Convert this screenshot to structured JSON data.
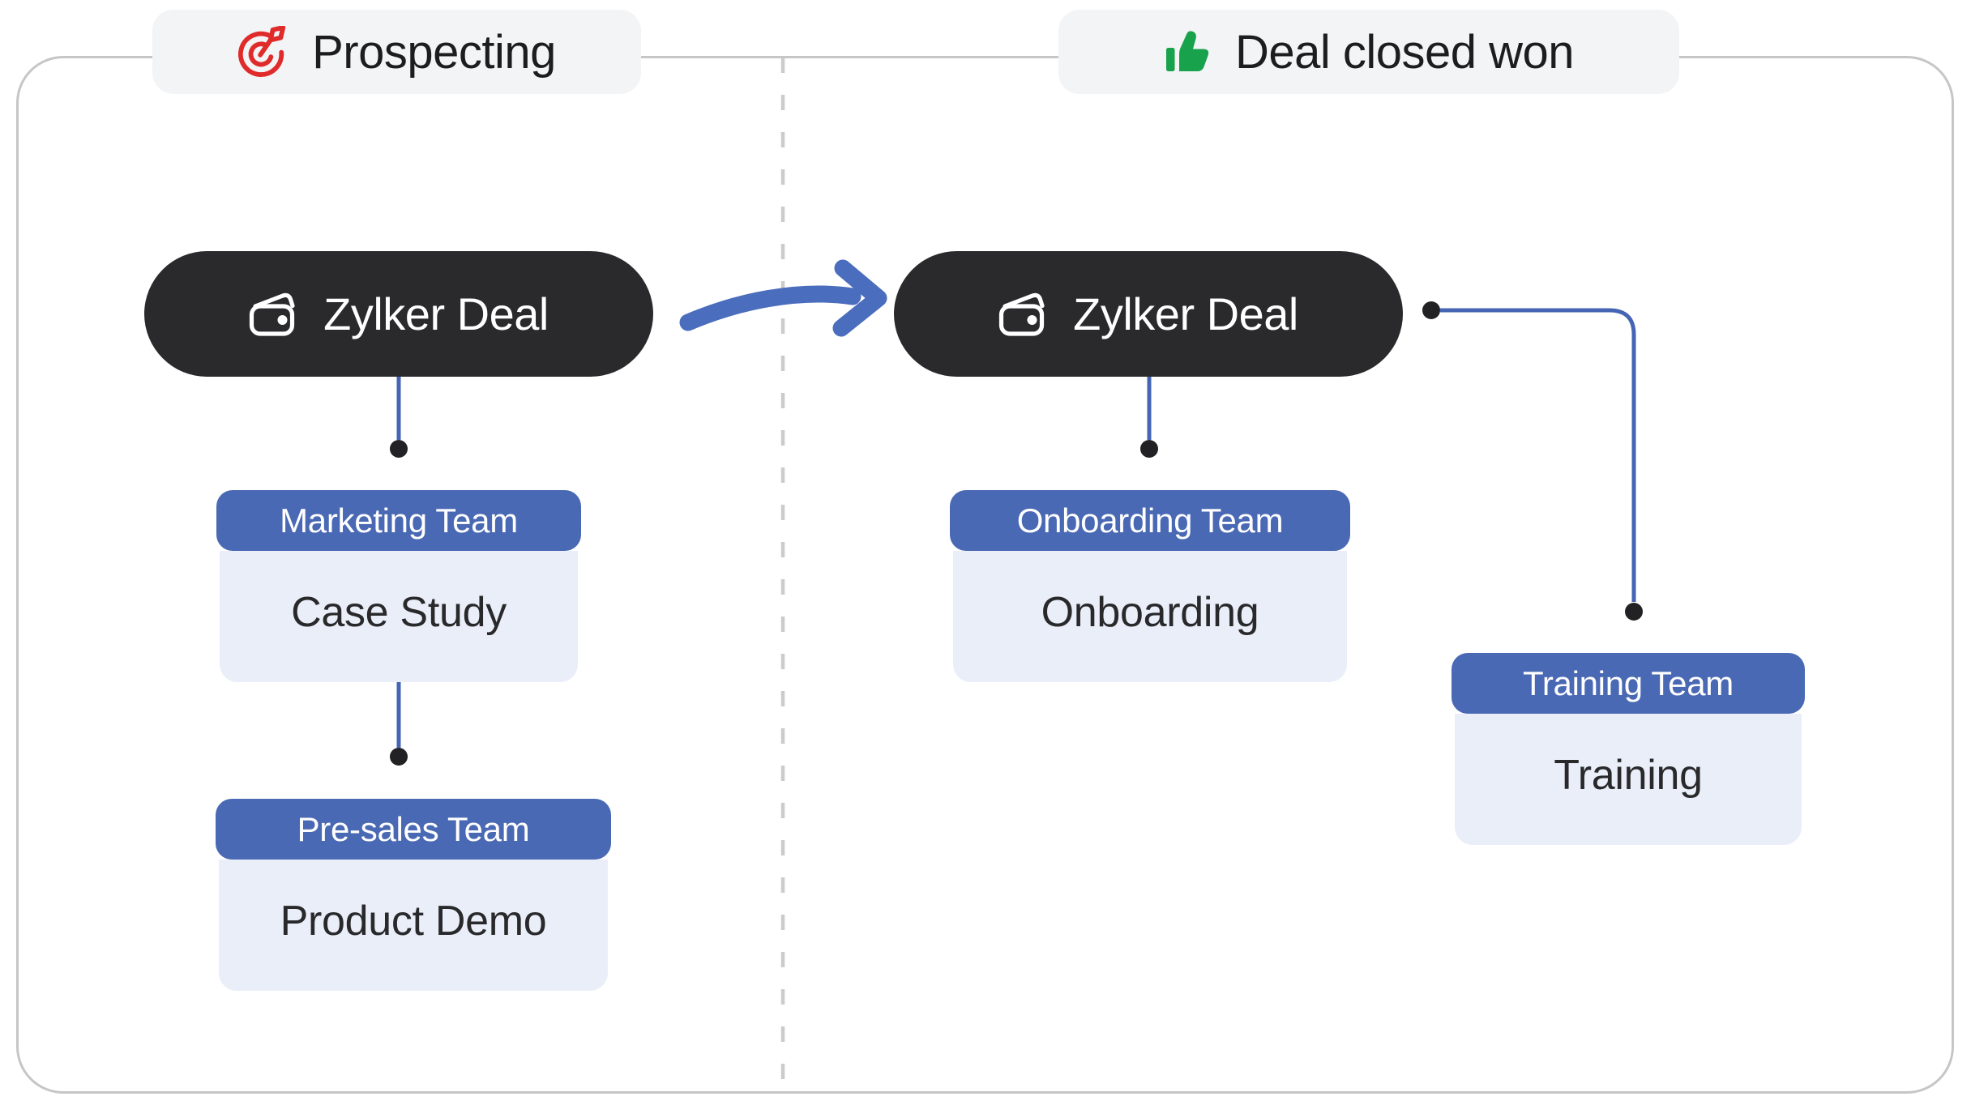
{
  "diagram": {
    "title_context": "deal stage transition diagram",
    "stages": [
      {
        "label": "Prospecting",
        "icon": "target-dart-icon",
        "icon_color": "#e02b2b"
      },
      {
        "label": "Deal closed won",
        "icon": "thumbs-up-icon",
        "icon_color": "#18a24b"
      }
    ],
    "deals": [
      {
        "label": "Zylker Deal",
        "icon": "wallet-icon",
        "stage": "Prospecting"
      },
      {
        "label": "Zylker Deal",
        "icon": "wallet-icon",
        "stage": "Deal closed won"
      }
    ],
    "cards": [
      {
        "team": "Marketing Team",
        "task": "Case Study",
        "stage": "Prospecting"
      },
      {
        "team": "Pre-sales Team",
        "task": "Product Demo",
        "stage": "Prospecting"
      },
      {
        "team": "Onboarding Team",
        "task": "Onboarding",
        "stage": "Deal closed won"
      },
      {
        "team": "Training Team",
        "task": "Training",
        "stage": "Deal closed won"
      }
    ],
    "colors": {
      "deal_pill_bg": "#2a2a2d",
      "deal_pill_text": "#ffffff",
      "team_header_bg": "#4a69b4",
      "team_header_text": "#ffffff",
      "task_body_bg": "#e9eef9",
      "task_body_text": "#29292b",
      "stage_label_bg": "#f3f4f6",
      "stage_label_text": "#1d1d1f",
      "connector_blue": "#4565b4",
      "arrow_blue": "#4a6dbd",
      "connector_dot_black": "#222225",
      "frame_border_gray": "#c6c6c6",
      "divider_dash_gray": "#cbcbcb",
      "target_icon_red": "#e02b2b",
      "thumbs_up_green": "#18a24b"
    }
  }
}
